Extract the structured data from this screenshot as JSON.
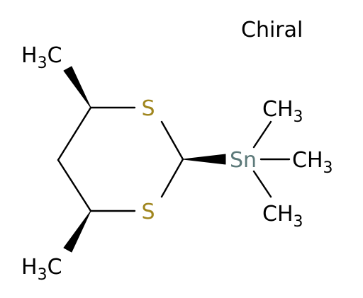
{
  "title": "Chiral",
  "colors": {
    "bond": "#000000",
    "carbon": "#000000",
    "sulfur": "#a0861e",
    "tin": "#5d7a7a"
  },
  "atoms": {
    "s_top": "S",
    "s_bottom": "S",
    "sn": "Sn",
    "methyl_top_left": {
      "main": "H",
      "sub": "3",
      "tail": "C"
    },
    "methyl_bottom_left": {
      "main": "H",
      "sub": "3",
      "tail": "C"
    },
    "methyl_sn_top": {
      "main": "CH",
      "sub": "3"
    },
    "methyl_sn_right": {
      "main": "CH",
      "sub": "3"
    },
    "methyl_sn_bottom": {
      "main": "CH",
      "sub": "3"
    }
  }
}
